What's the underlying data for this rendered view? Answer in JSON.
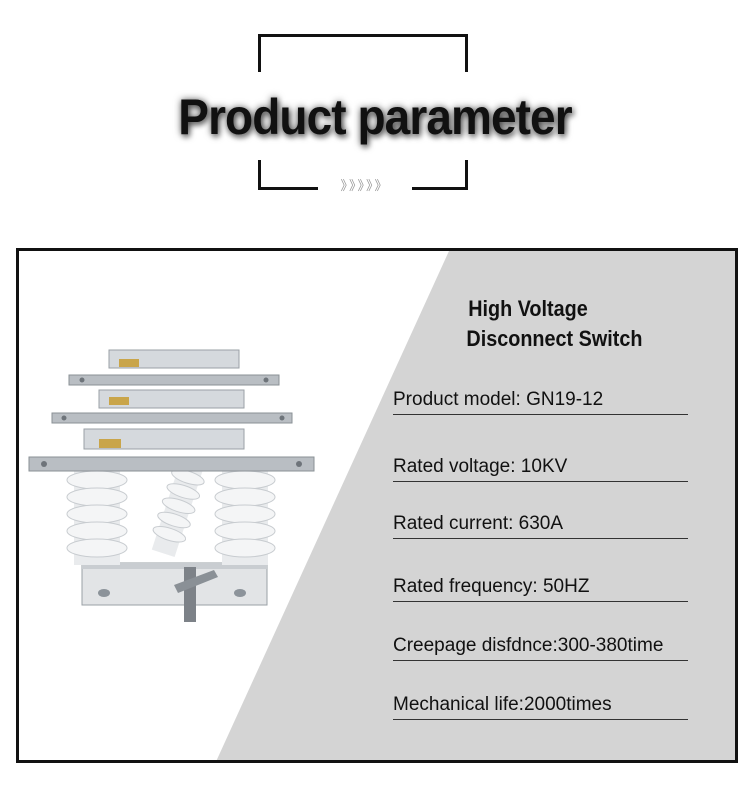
{
  "header": {
    "title": "Product parameter",
    "decoration": "》》》》》"
  },
  "product": {
    "name_line1": "High Voltage",
    "name_line2": "Disconnect Switch",
    "image_icon": "disconnect-switch-photo"
  },
  "params": [
    "Product model: GN19-12",
    "Rated voltage: 10KV",
    "Rated current: 630A",
    "Rated frequency: 50HZ",
    "Creepage disfdnce:300-380time",
    "Mechanical life:2000times"
  ],
  "colors": {
    "panel_grey": "#d4d4d4",
    "frame": "#111111",
    "insulator": "#e6e8ea",
    "metal": "#c8ccd0"
  }
}
